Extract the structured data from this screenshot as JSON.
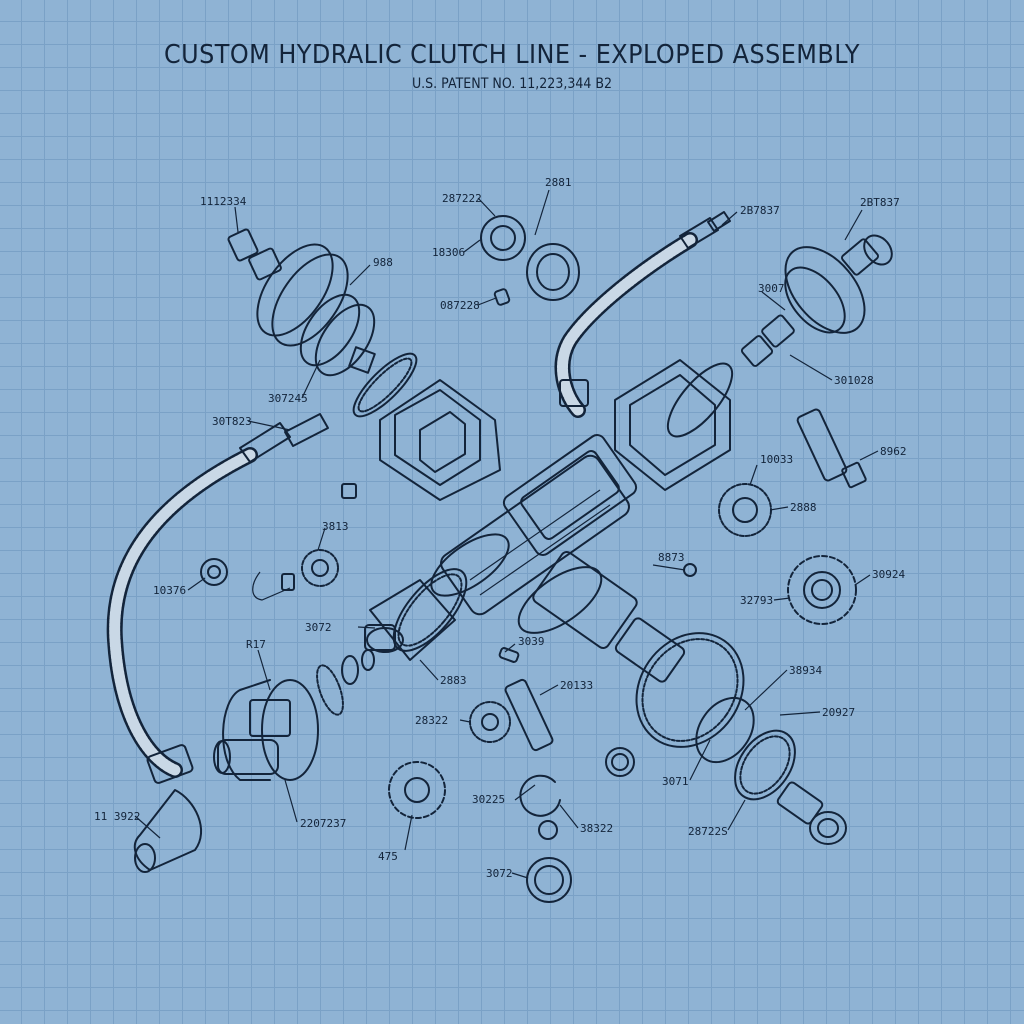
{
  "header": {
    "title": "CUSTOM HYDRALIC CLUTCH LINE - EXPLOPED ASSEMBLY",
    "patent": "U.S. PATENT NO. 11,223,344 B2"
  },
  "callouts": [
    {
      "id": "c1",
      "text": "1112334"
    },
    {
      "id": "c2",
      "text": "287222"
    },
    {
      "id": "c3",
      "text": "2881"
    },
    {
      "id": "c4",
      "text": "18306"
    },
    {
      "id": "c5",
      "text": "087228"
    },
    {
      "id": "c6",
      "text": "2B7837"
    },
    {
      "id": "c7",
      "text": "2BT837"
    },
    {
      "id": "c8",
      "text": "988"
    },
    {
      "id": "c9",
      "text": "3007"
    },
    {
      "id": "c10",
      "text": "307245"
    },
    {
      "id": "c11",
      "text": "301028"
    },
    {
      "id": "c12",
      "text": "30T823"
    },
    {
      "id": "c13",
      "text": "8962"
    },
    {
      "id": "c14",
      "text": "10033"
    },
    {
      "id": "c15",
      "text": "2888"
    },
    {
      "id": "c16",
      "text": "3813"
    },
    {
      "id": "c17",
      "text": "10376"
    },
    {
      "id": "c18",
      "text": "8873"
    },
    {
      "id": "c19",
      "text": "30924"
    },
    {
      "id": "c20",
      "text": "32793"
    },
    {
      "id": "c21",
      "text": "3072"
    },
    {
      "id": "c22",
      "text": "R17"
    },
    {
      "id": "c23",
      "text": "3039"
    },
    {
      "id": "c24",
      "text": "2883"
    },
    {
      "id": "c25",
      "text": "20133"
    },
    {
      "id": "c26",
      "text": "38934"
    },
    {
      "id": "c27",
      "text": "28322"
    },
    {
      "id": "c28",
      "text": "20927"
    },
    {
      "id": "c29",
      "text": "3071"
    },
    {
      "id": "c30",
      "text": "11 3922"
    },
    {
      "id": "c31",
      "text": "2207237"
    },
    {
      "id": "c32",
      "text": "30225"
    },
    {
      "id": "c33",
      "text": "38322"
    },
    {
      "id": "c34",
      "text": "28722S"
    },
    {
      "id": "c35",
      "text": "475"
    },
    {
      "id": "c36",
      "text": "3072"
    }
  ]
}
